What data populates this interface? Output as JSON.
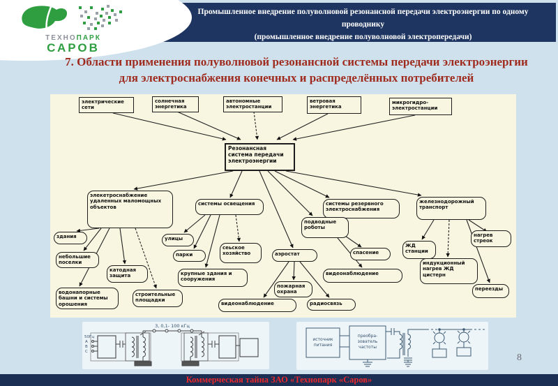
{
  "header": {
    "line1": "Промышленное внедрение полуволновой резонансной передачи электроэнергии по одному проводнику",
    "line2": "(промышленное внедрение полуволновой электропередачи)"
  },
  "logo": {
    "techno": "ТЕХНО",
    "park": "ПАРК",
    "city": "САРОВ"
  },
  "title": {
    "line1": "7. Области применения полуволновой резонансной системы передачи электроэнергии",
    "line2": "для электроснабжения конечных и распределённых потребителей"
  },
  "diagram": {
    "center": "Резонансная система передачи электроэнергии",
    "sources": [
      "электрические сети",
      "солнечная энергетика",
      "автономные электростанции",
      "ветровая энергетика",
      "микрогидро-электростанции"
    ],
    "nodes": [
      {
        "id": "remote_supply",
        "label": "элекетроснабжение удаленных маломощных объектов"
      },
      {
        "id": "lighting",
        "label": "системы освещения"
      },
      {
        "id": "backup",
        "label": "системы резервного электроснабжения"
      },
      {
        "id": "railway",
        "label": "железнодорожный транспорт"
      },
      {
        "id": "underwater",
        "label": "подводные роботы"
      },
      {
        "id": "buildings",
        "label": "здания"
      },
      {
        "id": "villages",
        "label": "небольшие поселки"
      },
      {
        "id": "cathodic",
        "label": "катодная защита"
      },
      {
        "id": "watertowers",
        "label": "водонапорные башни и системы орошения"
      },
      {
        "id": "construction",
        "label": "строительные площадки"
      },
      {
        "id": "streets",
        "label": "улицы"
      },
      {
        "id": "parks",
        "label": "парки"
      },
      {
        "id": "large_buildings",
        "label": "крупные здания и сооружения"
      },
      {
        "id": "agriculture",
        "label": "сеьское хозяйство"
      },
      {
        "id": "aerostat",
        "label": "аэростат"
      },
      {
        "id": "fire",
        "label": "пожарная охрана"
      },
      {
        "id": "cctv_left",
        "label": "видеонаблюдение"
      },
      {
        "id": "radio",
        "label": "радиосвязь"
      },
      {
        "id": "rescue",
        "label": "спасение"
      },
      {
        "id": "cctv_right",
        "label": "видеонаблюдение"
      },
      {
        "id": "rail_stations",
        "label": "ЖД станции"
      },
      {
        "id": "switch_heating",
        "label": "нагрев стреок"
      },
      {
        "id": "induction",
        "label": "индукционный нагрев ЖД цистерн"
      },
      {
        "id": "crossings",
        "label": "переезды"
      }
    ]
  },
  "circuits": {
    "left": {
      "freq_label": "3, 0,1- 100 кГц",
      "source_labels": [
        "50Гц",
        "А",
        "В",
        "С"
      ]
    },
    "right": {
      "source_box": [
        "источник",
        "питания"
      ],
      "converter_box": [
        "преобра-",
        "зователь",
        "частоты"
      ]
    }
  },
  "footer": {
    "page_number": "8",
    "confidential": "Коммерческая тайна ЗАО «Технопарк «Саров»"
  },
  "colors": {
    "header_navy": "#1d3560",
    "title_red": "#9e2b1e",
    "footer_red": "#e8282c",
    "diagram_cream": "#f8f6e1",
    "logo_green": "#2f9e41",
    "page_bg": "#cfe1ed"
  }
}
